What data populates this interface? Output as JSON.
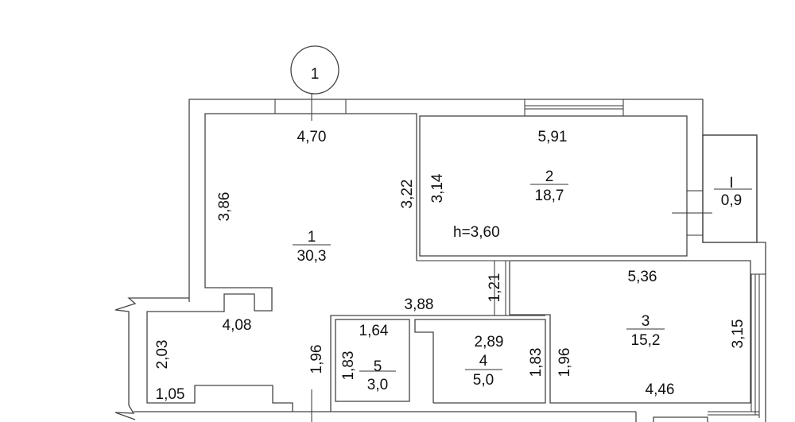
{
  "axis_marker": "1",
  "height_label": "h=3,60",
  "rooms": [
    {
      "number": "1",
      "area": "30,3"
    },
    {
      "number": "2",
      "area": "18,7"
    },
    {
      "number": "3",
      "area": "15,2"
    },
    {
      "number": "4",
      "area": "5,0"
    },
    {
      "number": "5",
      "area": "3,0"
    },
    {
      "number": "I",
      "area": "0,9"
    }
  ],
  "dimensions": {
    "room1_top": "4,70",
    "room1_left": "3,86",
    "room1_right": "3,22",
    "room1_lower": "4,08",
    "room1_lower_left": "2,03",
    "room1_bottom": "1,05",
    "room1_door": "1,96",
    "corridor": "3,88",
    "room2_top": "5,91",
    "room2_left": "3,14",
    "passage": "1,21",
    "room3_top": "5,36",
    "room3_right": "3,15",
    "room3_bottom": "4,46",
    "room3_left": "1,96",
    "room4_top": "2,89",
    "room4_right": "1,83",
    "room5_top": "1,64",
    "room5_left": "1,83"
  }
}
